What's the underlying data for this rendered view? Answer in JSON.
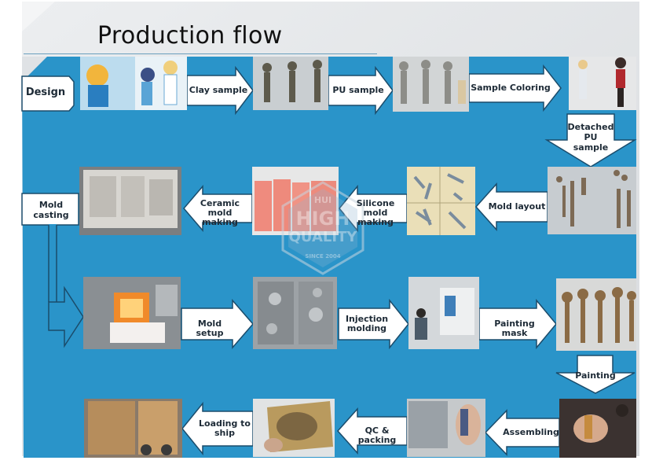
{
  "title": "Production flow",
  "watermark": {
    "top": "HUI",
    "main1": "HIGH",
    "main2": "QUALITY",
    "since": "SINCE 2004"
  },
  "colors": {
    "flow_bg": "#2a94c9",
    "arrow_fill": "#ffffff",
    "arrow_stroke": "#1b4c6b",
    "gray_bg": "#e4e6e8"
  },
  "steps": [
    {
      "id": "design",
      "label": "Design"
    },
    {
      "id": "clay",
      "label": "Clay sample"
    },
    {
      "id": "pu",
      "label": "PU sample"
    },
    {
      "id": "coloring",
      "label": "Sample Coloring"
    },
    {
      "id": "detached_1",
      "label": "Detached"
    },
    {
      "id": "detached_2",
      "label": "PU"
    },
    {
      "id": "detached_3",
      "label": "sample"
    },
    {
      "id": "layout",
      "label": "Mold layout"
    },
    {
      "id": "silicone_1",
      "label": "Silicone mold"
    },
    {
      "id": "silicone_2",
      "label": "making"
    },
    {
      "id": "ceramic_1",
      "label": "Ceramic mold"
    },
    {
      "id": "ceramic_2",
      "label": "making"
    },
    {
      "id": "casting_1",
      "label": "Mold"
    },
    {
      "id": "casting_2",
      "label": "casting"
    },
    {
      "id": "setup",
      "label": "Mold setup"
    },
    {
      "id": "injection_1",
      "label": "Injection"
    },
    {
      "id": "injection_2",
      "label": "molding"
    },
    {
      "id": "mask",
      "label": "Painting mask"
    },
    {
      "id": "painting",
      "label": "Painting"
    },
    {
      "id": "assembling",
      "label": "Assembling"
    },
    {
      "id": "qc",
      "label": "QC & packing"
    },
    {
      "id": "loading_1",
      "label": "Loading to"
    },
    {
      "id": "loading_2",
      "label": "ship"
    }
  ]
}
